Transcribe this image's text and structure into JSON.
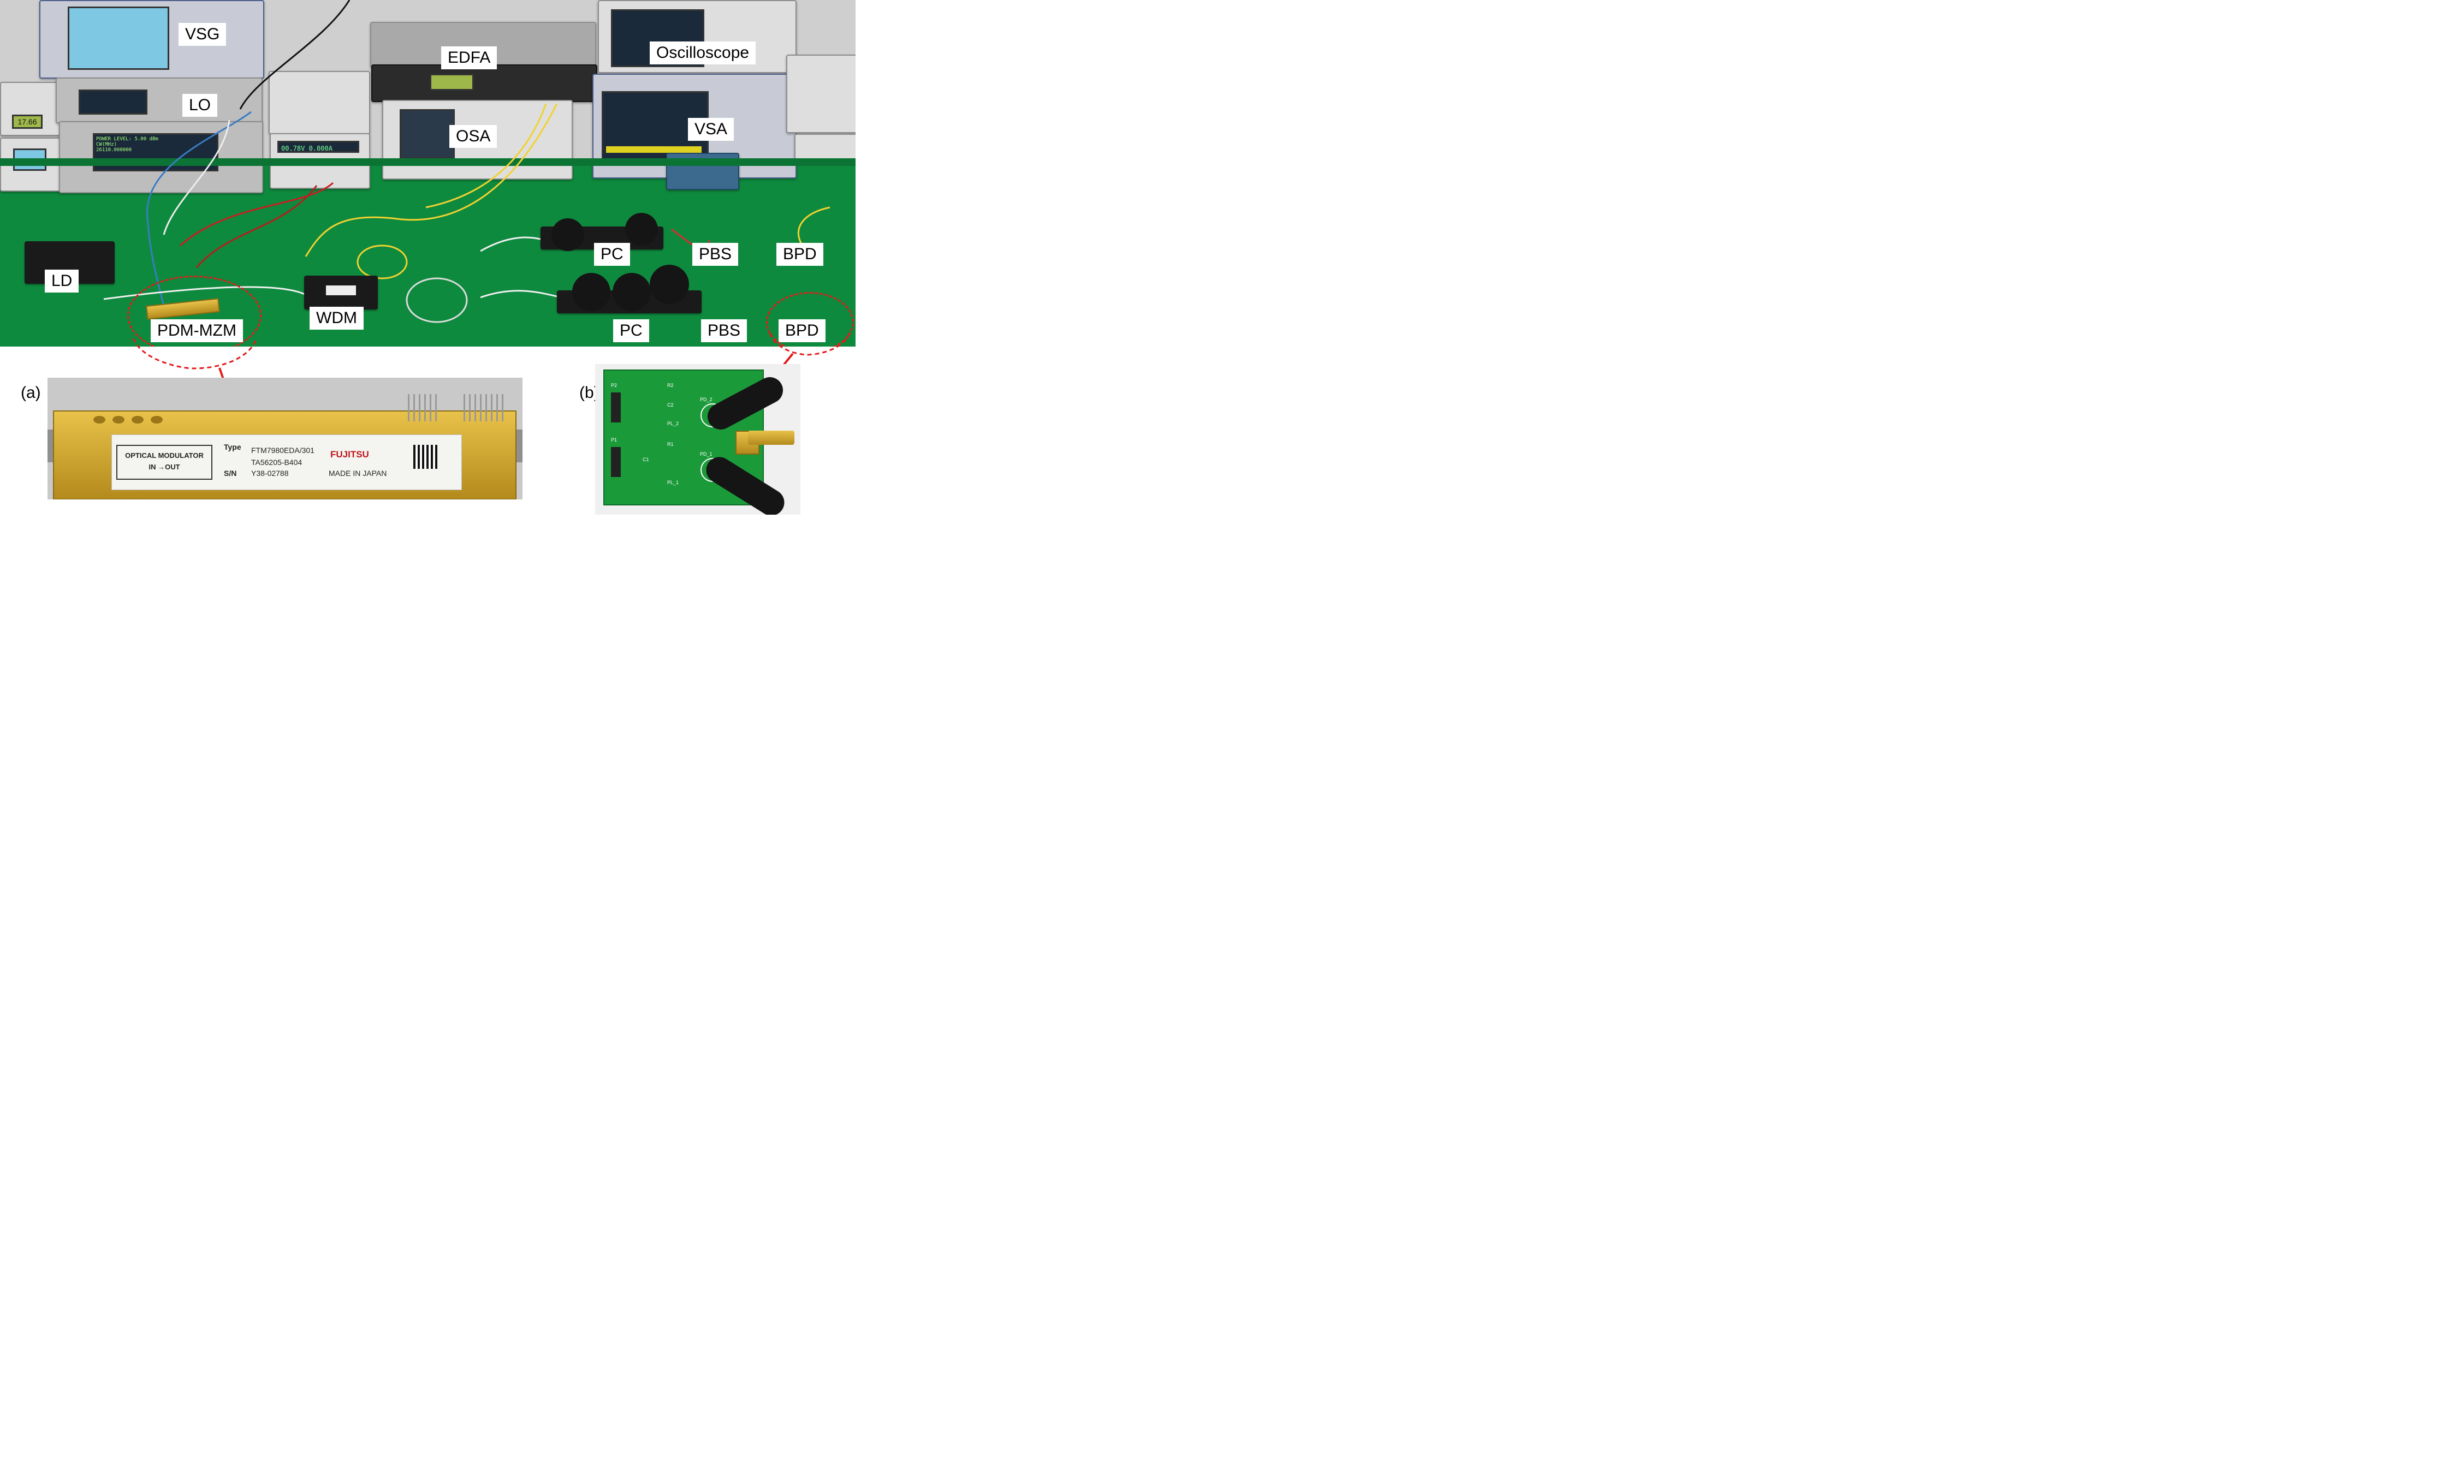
{
  "labels": {
    "vsg": "VSG",
    "lo": "LO",
    "edfa": "EDFA",
    "osa": "OSA",
    "oscilloscope": "Oscilloscope",
    "vsa": "VSA",
    "ld": "LD",
    "pdm_mzm": "PDM-MZM",
    "wdm": "WDM",
    "pc_top": "PC",
    "pc_bottom": "PC",
    "pbs_top": "PBS",
    "pbs_bottom": "PBS",
    "bpd_top": "BPD",
    "bpd_bottom": "BPD"
  },
  "panel_a": {
    "letter": "(a)",
    "sticker_line1": "OPTICAL  MODULATOR",
    "sticker_line2": "IN   →OUT",
    "type_label": "Type",
    "type_value": "FTM7980EDA/301",
    "type_value2": "TA56205-B404",
    "sn_label": "S/N",
    "sn_value": "Y38-02788",
    "brand": "FUJITSU",
    "made_in": "MADE IN JAPAN"
  },
  "panel_b": {
    "letter": "(b)",
    "silk": [
      "P2",
      "R2",
      "C2",
      "PL_2",
      "PD_2",
      "P1",
      "R1",
      "C1",
      "PL_1",
      "PD_1"
    ]
  },
  "readouts": {
    "lo_display": "POWER LEVEL: 5.00 dBm",
    "lo_display2": "CW(MHz)",
    "lo_display3": "26110.000000",
    "psu_display": "00.78V  0.000A",
    "meter_display": "17.66"
  },
  "colors": {
    "annotation_red": "#e31b1b",
    "bench_green": "#0e8a3e",
    "label_bg": "#ffffff"
  }
}
